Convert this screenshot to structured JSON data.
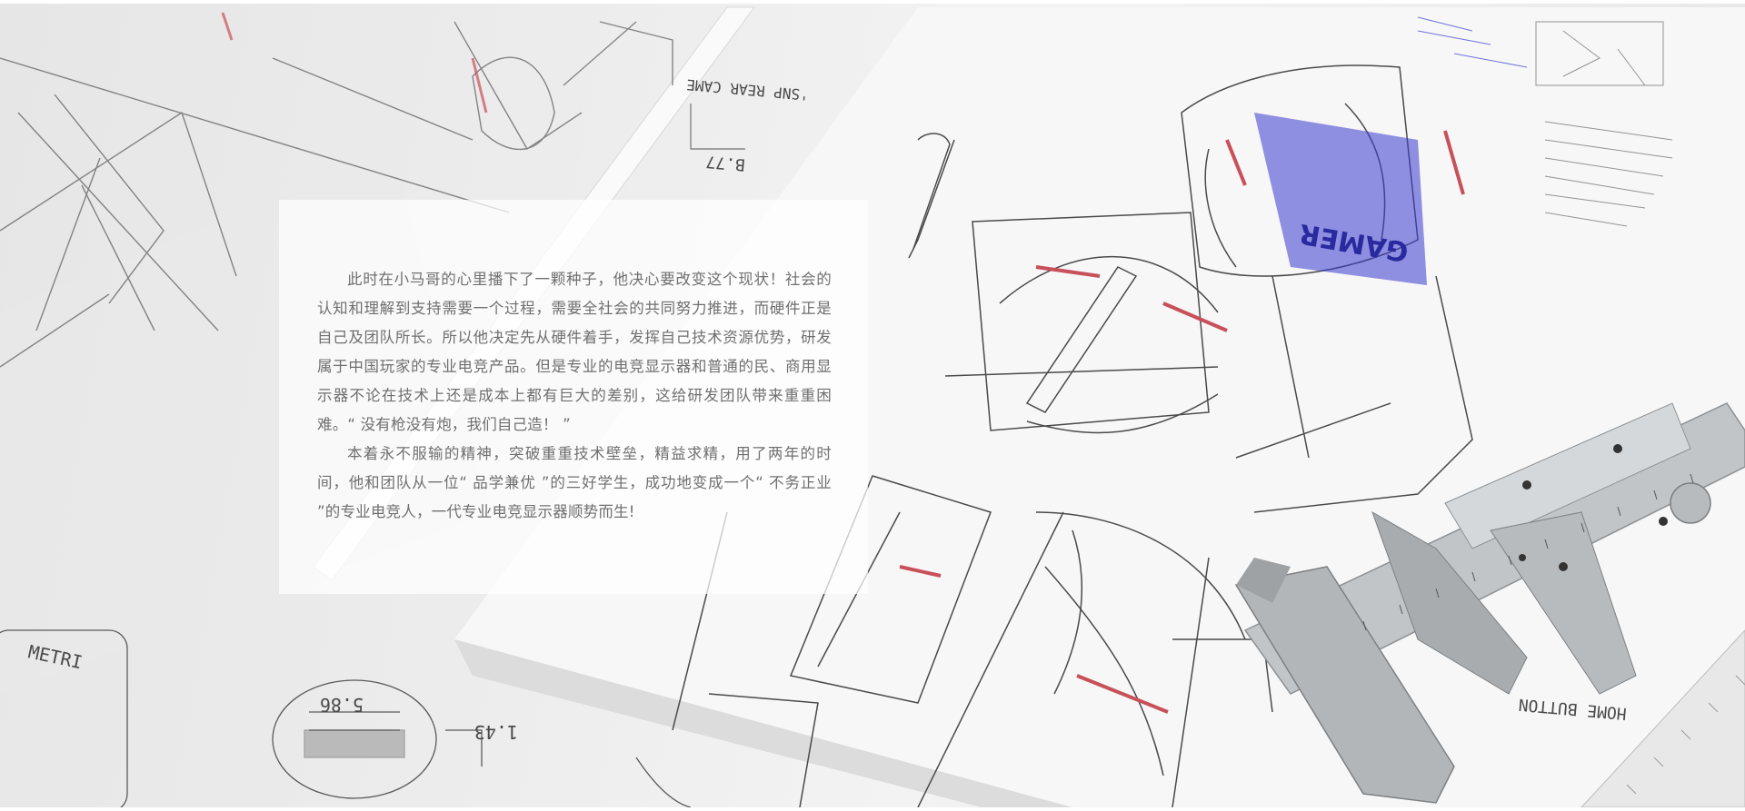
{
  "background": {
    "description_icon": "engineering-sketch-background",
    "accent_colors": {
      "sketch_line": "#5a5a5a",
      "red_marker": "#c8505a",
      "blue_marker": "#3a3ad0",
      "caliper_metal": "#b9bcbf"
    },
    "sketch_texts": {
      "camera_label": "'SNP REAR CAME",
      "dim_b77": "B.77",
      "dim_586": "5.86",
      "dim_143": "1.43",
      "metric_label": "METRI",
      "home_button": "HOME BUTTON",
      "gamer_label": "GAMER"
    }
  },
  "content": {
    "paragraphs": [
      "此时在小马哥的心里播下了一颗种子，他决心要改变这个现状！社会的认知和理解到支持需要一个过程，需要全社会的共同努力推进，而硬件正是自己及团队所长。所以他决定先从硬件着手，发挥自己技术资源优势，研发属于中国玩家的专业电竞产品。但是专业的电竞显示器和普通的民、商用显示器不论在技术上还是成本上都有巨大的差别，这给研发团队带来重重困难。“ 没有枪没有炮，我们自己造！ ”",
      "本着永不服输的精神，突破重重技术壁垒，精益求精，用了两年的时间，他和团队从一位“ 品学兼优 ”的三好学生，成功地变成一个“ 不务正业 ”的专业电竞人，一代专业电竞显示器顺势而生!"
    ]
  }
}
